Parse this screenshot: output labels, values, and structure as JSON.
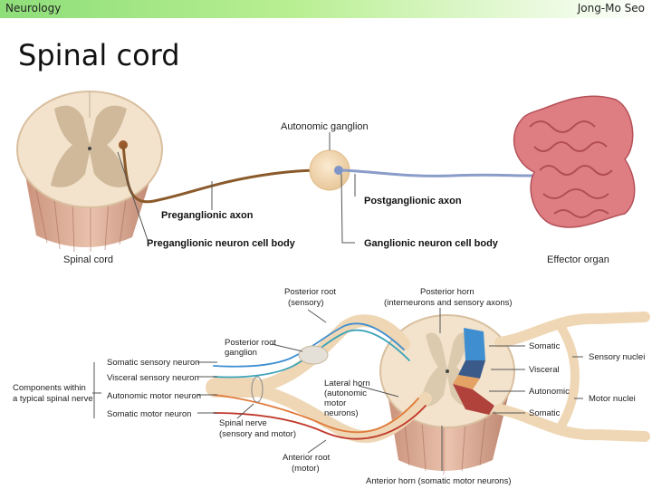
{
  "header": {
    "course": "Neurology",
    "author": "Jong-Mo Seo"
  },
  "slide": {
    "title": "Spinal cord"
  },
  "top_figure": {
    "autonomic_ganglion": "Autonomic ganglion",
    "preganglionic_axon": "Preganglionic axon",
    "postganglionic_axon": "Postganglionic axon",
    "preganglionic_cell_body": "Preganglionic neuron cell body",
    "ganglionic_cell_body": "Ganglionic neuron cell body",
    "spinal_cord": "Spinal cord",
    "effector_organ": "Effector organ"
  },
  "bottom_figure": {
    "posterior_root": [
      "Posterior root",
      "(sensory)"
    ],
    "posterior_horn": [
      "Posterior horn",
      "(interneurons and sensory axons)"
    ],
    "posterior_root_ganglion": [
      "Posterior root",
      "ganglion"
    ],
    "components": [
      "Components within",
      "a typical spinal nerve"
    ],
    "somatic_sensory": "Somatic sensory neuron",
    "visceral_sensory": "Visceral sensory neuron",
    "autonomic_motor": "Autonomic motor neuron",
    "somatic_motor": "Somatic motor neuron",
    "lateral_horn": [
      "Lateral horn",
      "(autonomic",
      "motor",
      "neurons)"
    ],
    "spinal_nerve": [
      "Spinal nerve",
      "(sensory and motor)"
    ],
    "anterior_root": [
      "Anterior root",
      "(motor)"
    ],
    "anterior_horn": "Anterior horn (somatic motor neurons)",
    "somatic_top": "Somatic",
    "visceral": "Visceral",
    "autonomic": "Autonomic",
    "somatic_bottom": "Somatic",
    "sensory_nuclei": "Sensory nuclei",
    "motor_nuclei": "Motor nuclei"
  },
  "colors": {
    "header_green": "#8ede7a",
    "preganglionic": "#8b5a2b",
    "postganglionic": "#8a9cc8",
    "intestine": "#d86a70",
    "somatic_sensory": "#3f8fd0",
    "visceral_sensory": "#3aa3b8",
    "autonomic_motor": "#e07a3a",
    "somatic_motor": "#c0392b"
  }
}
